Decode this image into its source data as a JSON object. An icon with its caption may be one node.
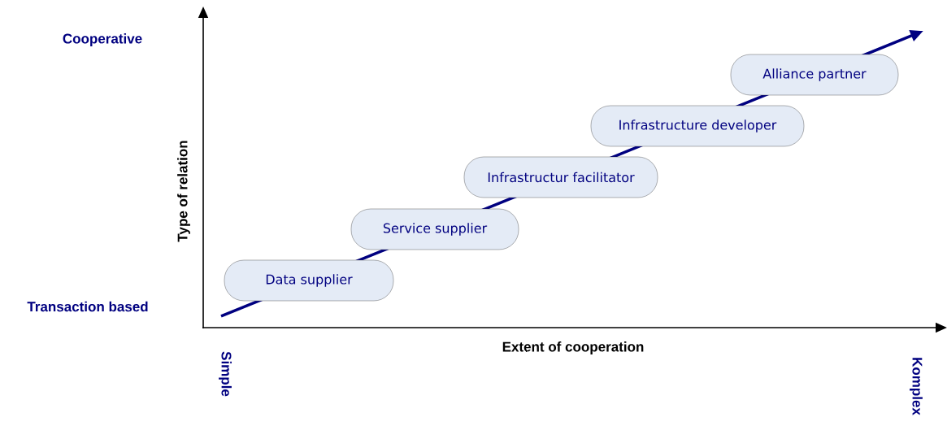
{
  "diagram": {
    "nodes": [
      {
        "text": [
          "Data supplier"
        ]
      },
      {
        "text": [
          "Service supplier"
        ]
      },
      {
        "text": [
          "Infrastructur facilitator"
        ]
      },
      {
        "text": [
          "Infrastructure developer"
        ]
      },
      {
        "text": [
          "Alliance partner"
        ]
      }
    ],
    "labels": [
      "Cooperative",
      "Type of relation",
      "Transaction based",
      "Simple",
      "Extent of cooperation",
      "Komplex"
    ]
  }
}
